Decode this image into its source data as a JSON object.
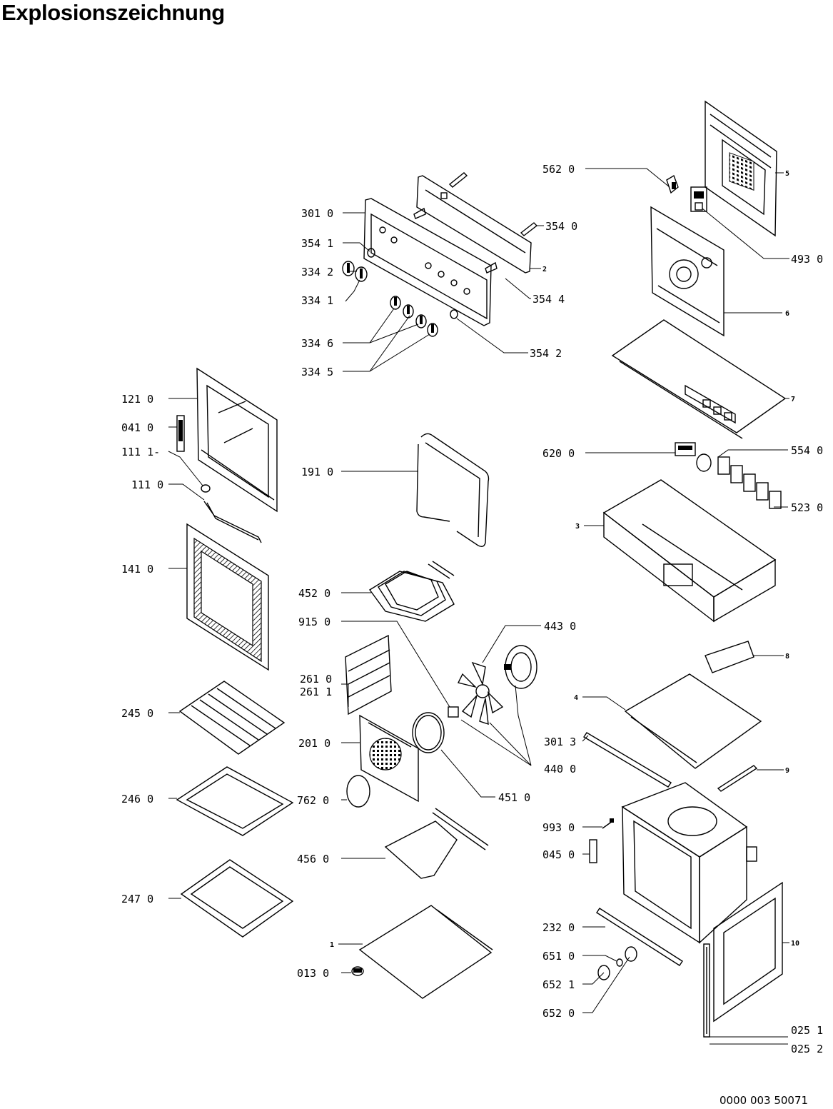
{
  "title": "Explosionszeichnung",
  "footer_code": "0000 003 50071",
  "labels": {
    "l5620": "562 0",
    "l3010": "301 0",
    "l3540": "354 0",
    "l3541": "354 1",
    "l3342": "334 2",
    "l3341": "334 1",
    "l3544": "354 4",
    "l3346": "334 6",
    "l3345": "334 5",
    "l3542": "354 2",
    "l4930": "493 0",
    "l1210": "121 0",
    "l0410": "041 0",
    "l1111": "111 1-",
    "l1110": "111 0",
    "l1910": "191 0",
    "l6200": "620 0",
    "l5540": "554 0",
    "l5230": "523 0",
    "l1410": "141 0",
    "l4520": "452 0",
    "l9150": "915 0",
    "l4430": "443 0",
    "l2610": "261 0",
    "l2611": "261 1",
    "l2450": "245 0",
    "l2010": "201 0",
    "l3013": "301 3",
    "l4400": "440 0",
    "l2460": "246 0",
    "l7620": "762 0",
    "l4510": "451 0",
    "l9930": "993 0",
    "l0450": "045 0",
    "l4560": "456 0",
    "l2470": "247 0",
    "l2320": "232 0",
    "l6510": "651 0",
    "l6521": "652 1",
    "l6520": "652 0",
    "l0130": "013 0",
    "l0251": "025 1",
    "l0252": "025 2",
    "n1": "1",
    "n2": "2",
    "n3": "3",
    "n4": "4",
    "n5": "5",
    "n6": "6",
    "n7": "7",
    "n8": "8",
    "n9": "9",
    "n10": "10"
  }
}
